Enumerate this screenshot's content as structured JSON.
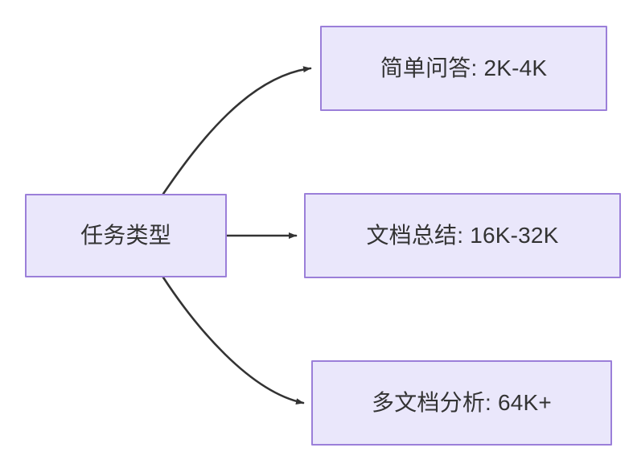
{
  "diagram": {
    "type": "flowchart",
    "direction": "left-to-right",
    "background_color": "#ffffff",
    "node_fill_color": "#eae7fb",
    "node_border_color": "#9b7fd9",
    "text_color": "#333333",
    "edge_color": "#333333",
    "nodes": [
      {
        "id": "root",
        "label": "任务类型",
        "role": "source"
      },
      {
        "id": "simple",
        "label": "简单问答: 2K-4K",
        "role": "target"
      },
      {
        "id": "doc",
        "label": "文档总结: 16K-32K",
        "role": "target"
      },
      {
        "id": "multi",
        "label": "多文档分析: 64K+",
        "role": "target"
      }
    ],
    "edges": [
      {
        "id": "edge-root-simple",
        "from": "root",
        "to": "simple",
        "label": "",
        "style": "curved",
        "arrow": "arrow-head"
      },
      {
        "id": "edge-root-doc",
        "from": "root",
        "to": "doc",
        "label": "",
        "style": "straight",
        "arrow": "arrow-head"
      },
      {
        "id": "edge-root-multi",
        "from": "root",
        "to": "multi",
        "label": "",
        "style": "curved",
        "arrow": "arrow-head"
      }
    ]
  }
}
